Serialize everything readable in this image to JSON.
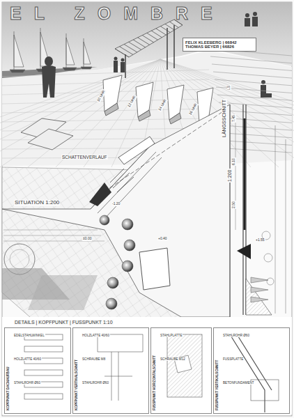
{
  "diagram": {
    "title": "EL ZOMBRE",
    "nodes": [
      {
        "text": [
          "FELIX KLEEBERG | 66842",
          "THOMAS BEYER | 66826"
        ]
      },
      {
        "text": [
          "KOPFPUNKT DACHAUFBAU",
          "EDELSTAHLWINKEL",
          "HOLZLATTE 40/60",
          "STAHLROHR Ø60"
        ]
      },
      {
        "text": [
          "KOPFPUNKT VERTIKALSCHNITT",
          "HOLZLATTE 40/60",
          "SCHRAUBE M8",
          "STAHLROHR Ø60"
        ]
      },
      {
        "text": [
          "FUSSPUNKT HORIZONTALSCHNITT",
          "STAHLPLATTE",
          "SCHRAUBE M12"
        ]
      },
      {
        "text": [
          "FUSSPUNKT VERTIKALSCHNITT",
          "STAHLROHR Ø60",
          "FUSSPLATTE",
          "BETONFUNDAMENT"
        ]
      }
    ],
    "edges": [],
    "labels": [
      "SCHATTENVERLAUF",
      "SITUATION 1:200",
      "LÄNGSSCHNITT",
      "1:200",
      "DETAILS | KOPFPUNKT | FUSSPUNKT 1:10",
      "10 UHR",
      "12 UHR",
      "14 UHR",
      "16 UHR",
      "LS",
      "±0.00",
      "-1.20",
      "+0.40",
      "+1.55",
      "7.45",
      "6.10",
      "2.50"
    ]
  }
}
